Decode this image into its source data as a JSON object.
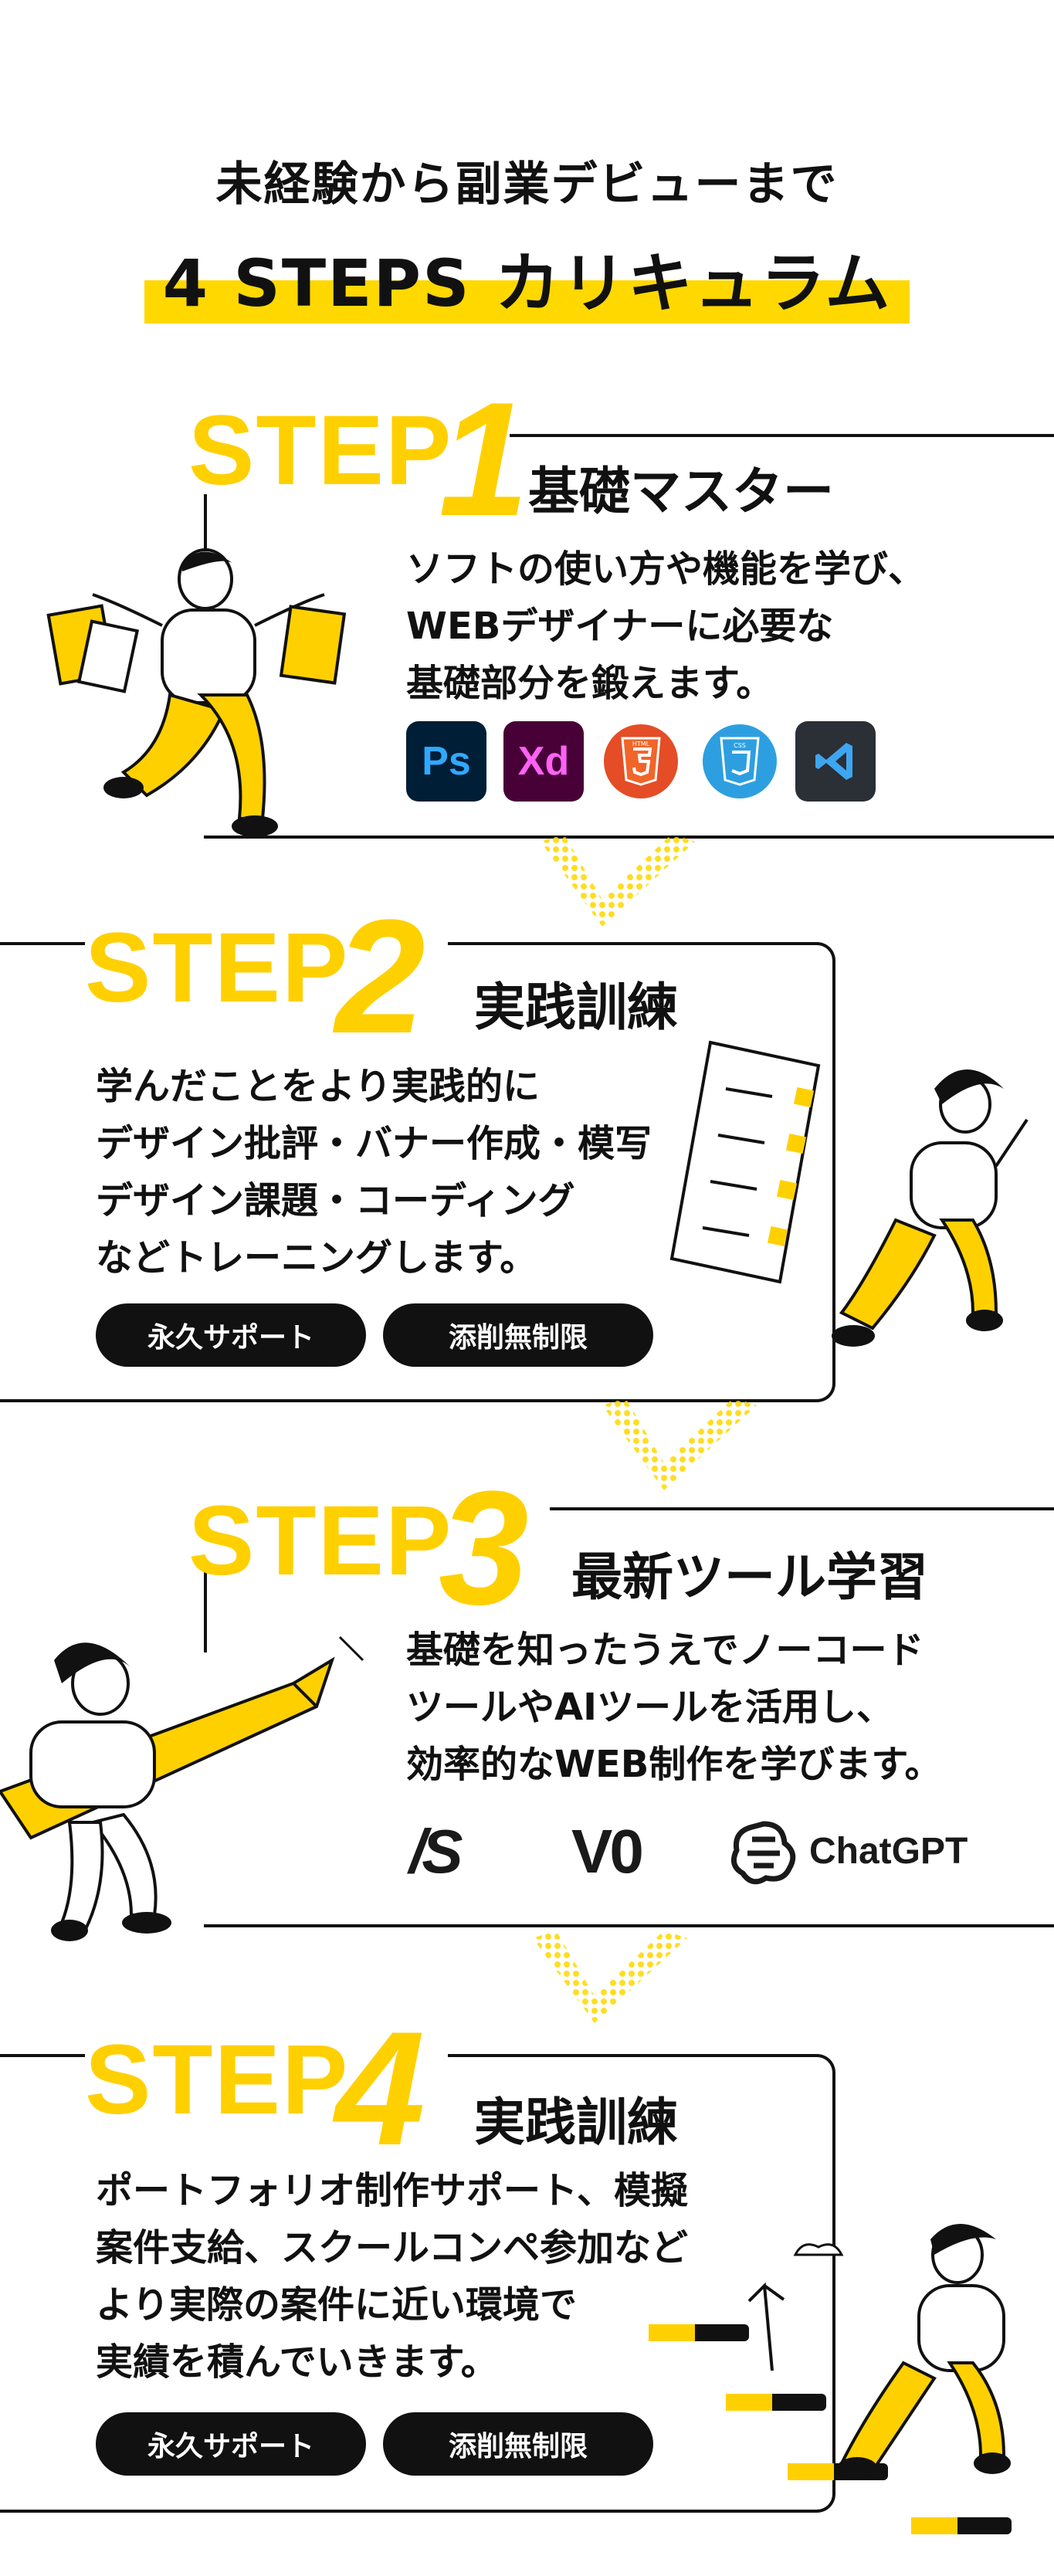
{
  "header": {
    "lead": "未経験から副業デビューまで",
    "headline": "4 STEPS カリキュラム"
  },
  "steps": [
    {
      "label": "STEP",
      "number": "1",
      "title": "基礎マスター",
      "description": [
        "ソフトの使い方や機能を学び、",
        "WEBデザイナーに必要な",
        "基礎部分を鍛えます。"
      ],
      "tools": [
        {
          "icon": "photoshop-icon",
          "label": "Ps"
        },
        {
          "icon": "xd-icon",
          "label": "Xd"
        },
        {
          "icon": "html5-icon",
          "label": "HTML"
        },
        {
          "icon": "css3-icon",
          "label": "CSS"
        },
        {
          "icon": "vscode-icon",
          "label": ""
        }
      ]
    },
    {
      "label": "STEP",
      "number": "2",
      "title": "実践訓練",
      "description": [
        "学んだことをより実践的に",
        "デザイン批評・バナー作成・模写",
        "デザイン課題・コーディング",
        "などトレーニングします。"
      ],
      "badges": [
        "永久サポート",
        "添削無制限"
      ]
    },
    {
      "label": "STEP",
      "number": "3",
      "title": "最新ツール学習",
      "description": [
        "基礎を知ったうえでノーコード",
        "ツールやAIツールを活用し、",
        "効率的なWEB制作を学びます。"
      ],
      "tools": [
        {
          "icon": "studio-logo-icon",
          "label": "/S"
        },
        {
          "icon": "v0-logo-icon",
          "label": "V0"
        },
        {
          "icon": "chatgpt-logo-icon",
          "label": "ChatGPT"
        }
      ]
    },
    {
      "label": "STEP",
      "number": "4",
      "title": "実践訓練",
      "description": [
        "ポートフォリオ制作サポート、模擬",
        "案件支給、スクールコンペ参加など",
        "より実際の案件に近い環境で",
        "実績を積んでいきます。"
      ],
      "badges": [
        "永久サポート",
        "添削無制限"
      ]
    }
  ],
  "colors": {
    "accent": "#ffd800",
    "ink": "#111111",
    "background": "#ffffff"
  }
}
